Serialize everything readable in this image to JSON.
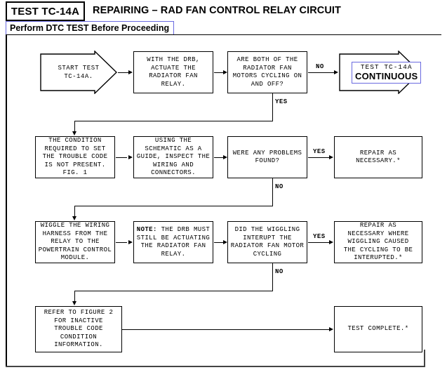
{
  "header": {
    "test_id": "TEST TC-14A",
    "title": "REPAIRING – RAD FAN CONTROL RELAY CIRCUIT",
    "subtitle": "Perform DTC TEST Before Proceeding",
    "accent_color": "#6a6ae0"
  },
  "flow": {
    "start": {
      "line1": "START TEST",
      "line2": "TC-14A."
    },
    "r1c2": {
      "line1": "WITH THE DRB,",
      "line2": "ACTUATE THE",
      "line3": "RADIATOR FAN",
      "line4": "RELAY."
    },
    "r1c3": {
      "line1": "ARE BOTH OF THE",
      "line2": "RADIATOR FAN",
      "line3": "MOTORS CYCLING ON",
      "line4": "AND OFF?"
    },
    "continuous": {
      "line1": "TEST  TC-14A",
      "line2": "CONTINUOUS"
    },
    "r2c1": {
      "line1": "THE CONDITION",
      "line2": "REQUIRED TO SET",
      "line3": "THE TROUBLE CODE",
      "line4": "IS NOT PRESENT.",
      "line5": "FIG. 1"
    },
    "r2c2": {
      "line1": "USING THE",
      "line2": "SCHEMATIC AS A",
      "line3": "GUIDE, INSPECT THE",
      "line4": "WIRING AND",
      "line5": "CONNECTORS."
    },
    "r2c3": {
      "line1": "WERE ANY PROBLEMS",
      "line2": "FOUND?"
    },
    "r2c4": {
      "line1": "REPAIR AS",
      "line2": "NECESSARY.*"
    },
    "r3c1": {
      "line1": "WIGGLE THE WIRING",
      "line2": "HARNESS FROM THE",
      "line3": "RELAY TO THE",
      "line4": "POWERTRAIN CONTROL",
      "line5": "MODULE."
    },
    "r3c2": {
      "note_label": "NOTE:",
      "line1": " THE DRB MUST",
      "line2": "STILL BE ACTUATING",
      "line3": "THE RADIATOR FAN",
      "line4": "RELAY."
    },
    "r3c3": {
      "line1": "DID THE WIGGLING",
      "line2": "INTERUPT THE",
      "line3": "RADIATOR FAN MOTOR",
      "line4": "CYCLING"
    },
    "r3c4": {
      "line1": "REPAIR AS",
      "line2": "NECESSARY WHERE",
      "line3": "WIGGLING CAUSED",
      "line4": "THE CYCLING TO BE",
      "line5": "INTERUPTED.*"
    },
    "r4c1": {
      "line1": "REFER TO FIGURE 2",
      "line2": "FOR INACTIVE",
      "line3": "TROUBLE CODE",
      "line4": "CONDITION",
      "line5": "INFORMATION."
    },
    "r4c4": {
      "line1": "TEST COMPLETE.*"
    }
  },
  "labels": {
    "no_1": "NO",
    "yes_1": "YES",
    "yes_2": "YES",
    "no_2": "NO",
    "yes_3": "YES",
    "no_3": "NO"
  }
}
